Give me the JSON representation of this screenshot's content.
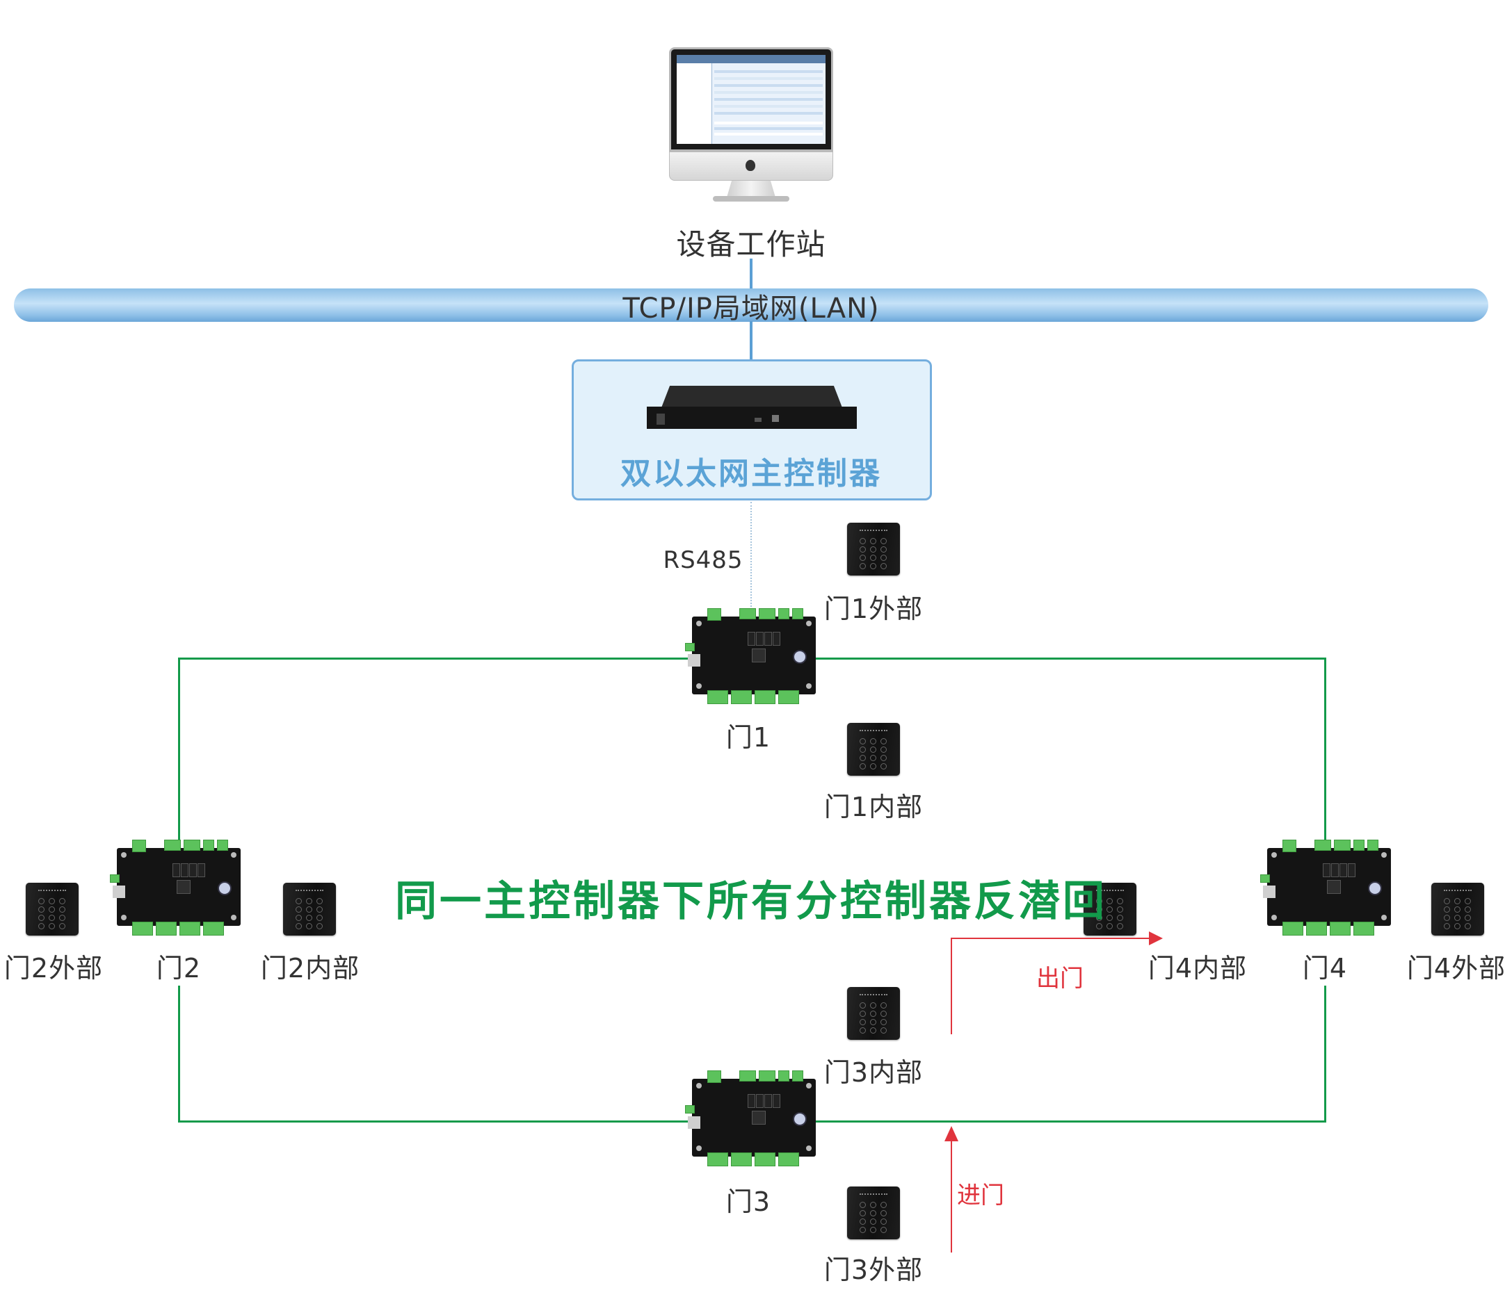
{
  "workstation": {
    "label": "设备工作站",
    "icon": "desktop-monitor-icon"
  },
  "network": {
    "label": "TCP/IP局域网(LAN)"
  },
  "main_controller": {
    "label": "双以太网主控制器",
    "icon": "rack-controller-icon"
  },
  "bus": {
    "label": "RS485"
  },
  "title": "同一主控制器下所有分控制器反潜回",
  "doors": [
    {
      "id": "door1",
      "label": "门1",
      "readers": [
        {
          "label": "门1外部"
        },
        {
          "label": "门1内部"
        }
      ]
    },
    {
      "id": "door2",
      "label": "门2",
      "readers": [
        {
          "label": "门2外部"
        },
        {
          "label": "门2内部"
        }
      ]
    },
    {
      "id": "door3",
      "label": "门3",
      "readers": [
        {
          "label": "门3内部"
        },
        {
          "label": "门3外部"
        }
      ]
    },
    {
      "id": "door4",
      "label": "门4",
      "readers": [
        {
          "label": "门4内部"
        },
        {
          "label": "门4外部"
        }
      ]
    }
  ],
  "flow": {
    "exit_label": "出门",
    "enter_label": "进门"
  },
  "colors": {
    "network_blue": "#5b9fd4",
    "loop_green": "#139a4a",
    "title_green": "#129a4b",
    "main_label_blue": "#5ba3d6",
    "flow_red": "#e0343d",
    "box_fill": "#e2f1fb"
  }
}
